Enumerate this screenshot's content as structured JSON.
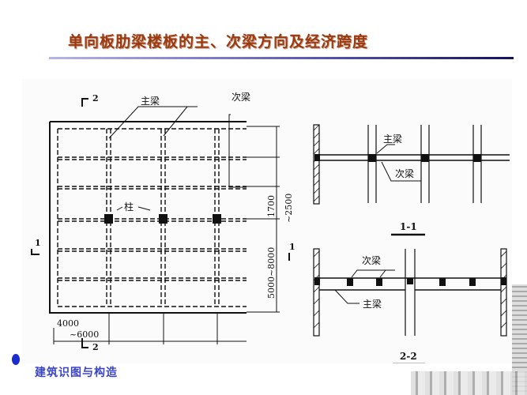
{
  "slide": {
    "title": "单向板肋梁楼板的主、次梁方向及经济跨度",
    "footer": "建筑识图与构造"
  },
  "plan": {
    "label_main_beam": "主梁",
    "label_secondary_beam": "次梁",
    "label_column": "柱",
    "section_mark_1": "1",
    "section_mark_2": "2",
    "dim_secondary_spacing": "1700",
    "dim_secondary_spacing_max": "~2500",
    "dim_main_span": "5000~8000",
    "dim_secondary_span_min": "4000",
    "dim_secondary_span_max": "~6000"
  },
  "section_1_1": {
    "title": "1-1",
    "label_main_beam": "主梁",
    "label_secondary_beam": "次梁"
  },
  "section_2_2": {
    "title": "2-2",
    "label_main_beam": "主梁",
    "label_secondary_beam": "次梁"
  },
  "colors": {
    "title": "#9b3a10",
    "footer": "#3a44c8",
    "rule": "#141458"
  }
}
